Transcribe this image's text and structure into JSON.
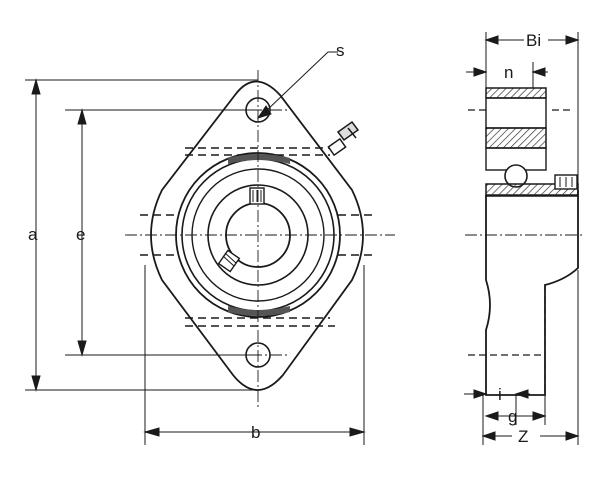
{
  "dimensions": {
    "a": "a",
    "e": "e",
    "b": "b",
    "s": "s",
    "Bi": "Bi",
    "n": "n",
    "i": "i",
    "g": "g",
    "Z": "Z"
  },
  "colors": {
    "ink": "#1a1a1a",
    "background": "#ffffff",
    "hatch": "#333333"
  }
}
